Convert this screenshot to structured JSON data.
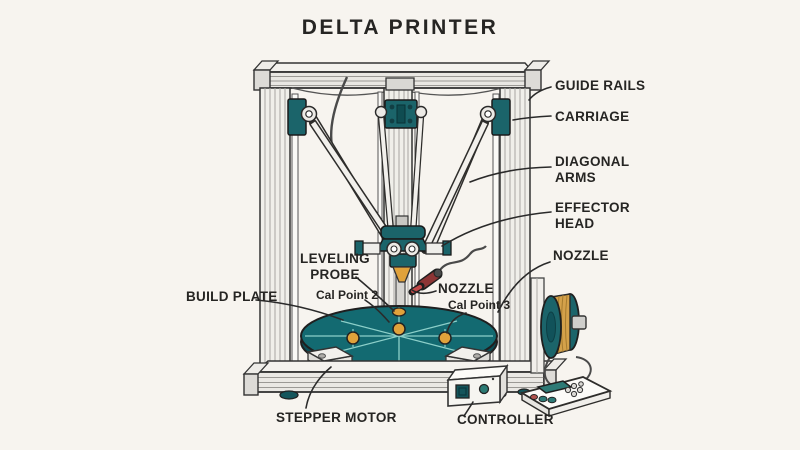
{
  "title": "DELTA PRINTER",
  "labels": {
    "guide_rails": "GUIDE RAILS",
    "carriage": "CARRIAGE",
    "diagonal_arms": "DIAGONAL ARMS",
    "effector_head": "EFFECTOR HEAD",
    "nozzle_callout_right": "NOZZLE",
    "leveling_probe": "LEVELING PROBE",
    "cal_point_2": "Cal Point 2",
    "nozzle_callout_inner": "NOZZLE",
    "cal_point_3": "Cal Point 3",
    "build_plate": "BUILD PLATE",
    "stepper_motor": "STEPPER MOTOR",
    "controller": "CONTROLLER"
  },
  "colors": {
    "background": "#f7f4ef",
    "outline": "#2a2a2a",
    "teal": "#1b646a",
    "plate_teal": "#136a71",
    "plate_rim": "#0c4d55",
    "grid_light": "#8ccfc9",
    "accent_orange": "#e0a23b",
    "filament_gold": "#d4a14a",
    "probe_red": "#8d3535",
    "frame_white": "#f0efea"
  }
}
